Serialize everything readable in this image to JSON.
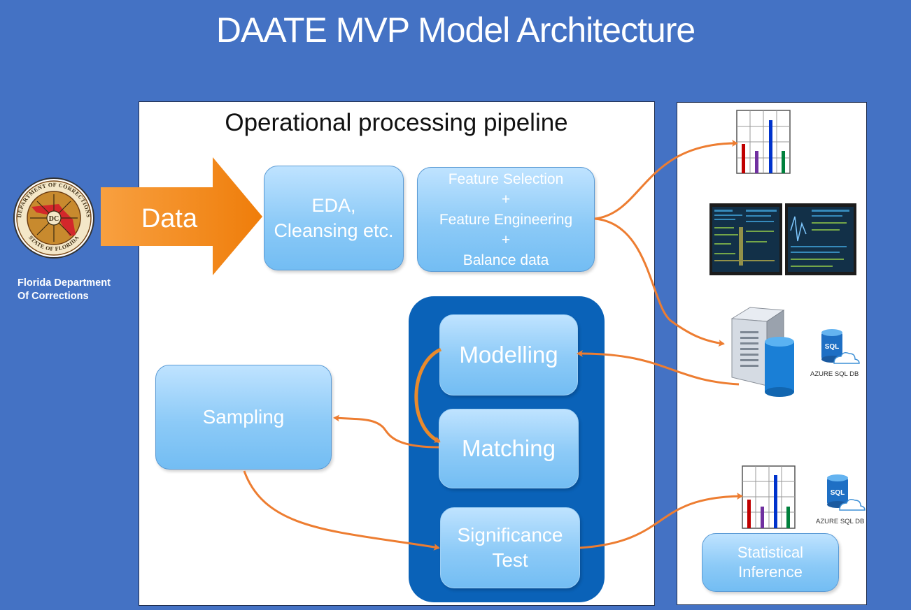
{
  "title": "DAATE MVP Model Architecture",
  "pipeline_title": "Operational processing pipeline",
  "org": {
    "name_line1": "Florida Department",
    "name_line2": "Of Corrections",
    "seal_top_text": "DEPARTMENT OF CORRECTIONS",
    "seal_bottom_text": "STATE OF FLORIDA",
    "seal_monogram": "DC"
  },
  "data_arrow_label": "Data",
  "boxes": {
    "eda": [
      "EDA,",
      "Cleansing etc."
    ],
    "feature": [
      "Feature Selection",
      "+",
      "Feature Engineering",
      "+",
      "Balance data"
    ],
    "sampling": "Sampling",
    "modelling": "Modelling",
    "matching": "Matching",
    "significance": [
      "Significance",
      "Test"
    ],
    "statistical": [
      "Statistical",
      "Inference"
    ]
  },
  "sql": {
    "badge": "SQL",
    "caption1": "AZURE SQL DB",
    "caption2": "AZURE SQL DB"
  },
  "icons": [
    "bar-chart-icon",
    "dual-monitor-dashboard-icon",
    "server-database-icon",
    "azure-sql-db-icon"
  ],
  "colors": {
    "background": "#4472c4",
    "process_box": "#8ccaf7",
    "group_fill": "#0a62b8",
    "arrow": "#ed7d31",
    "data_arrow": "#f08a1c"
  }
}
